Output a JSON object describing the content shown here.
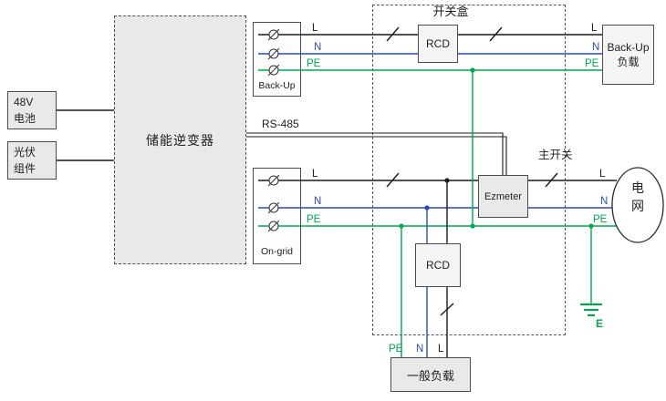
{
  "colors": {
    "wire_l": "#1c1c1c",
    "wire_n": "#2b4bb5",
    "wire_pe": "#00a651",
    "box_fill": "#e9e9e9"
  },
  "components": {
    "battery_line1": "48V",
    "battery_line2": "电池",
    "pv_line1": "光伏",
    "pv_line2": "组件",
    "inverter": "储能逆变器",
    "backup_port": "Back-Up",
    "ongrid_port": "On-grid",
    "switch_box": "开关盒",
    "rcd": "RCD",
    "ezmeter": "Ezmeter",
    "main_switch": "主开关",
    "rs485": "RS-485",
    "backup_load_line1": "Back-Up",
    "backup_load_line2": "负载",
    "general_load": "一般负载",
    "grid_line1": "电",
    "grid_line2": "网",
    "earth": "E"
  },
  "wire_labels": {
    "l": "L",
    "n": "N",
    "pe": "PE"
  }
}
